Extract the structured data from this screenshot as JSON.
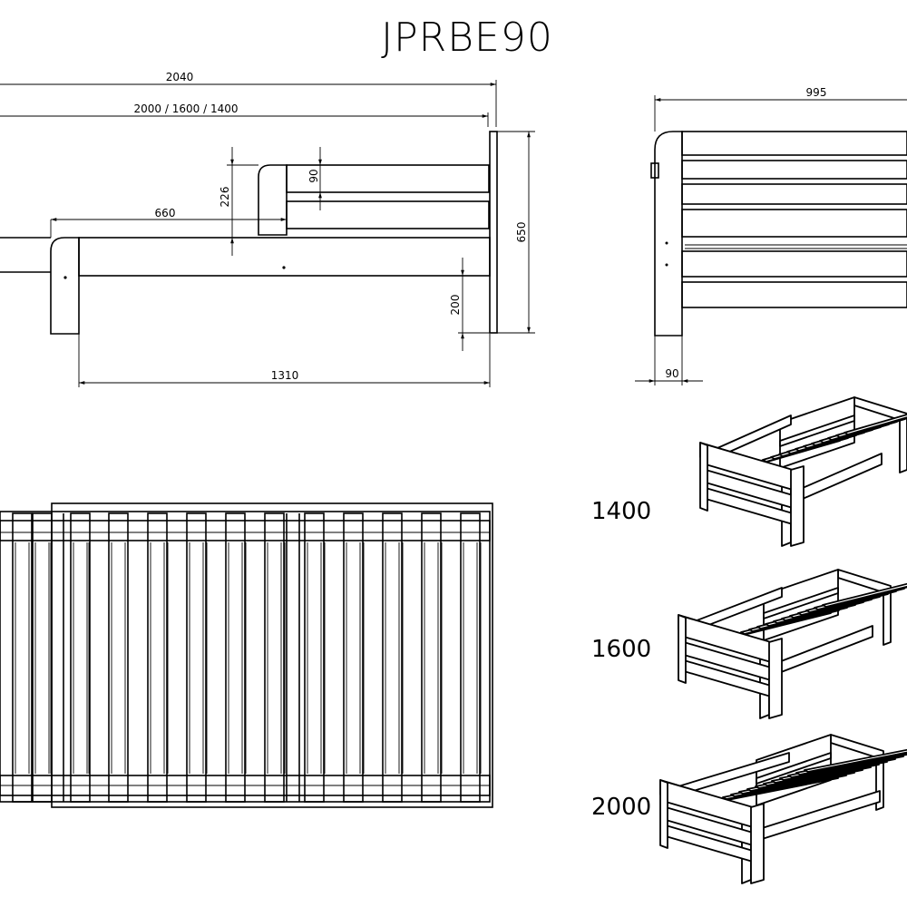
{
  "title": "JPRBE90",
  "side_view": {
    "overall_length": "2040",
    "length_options": "2000 / 1600 / 1400",
    "headboard_height": "650",
    "guard_offset": "226",
    "guard_height": "90",
    "guard_length": "660",
    "clearance": "200",
    "frame_length": "1310"
  },
  "end_view": {
    "width": "995",
    "leg_depth": "90"
  },
  "variants": [
    "1400",
    "1600",
    "2000"
  ]
}
